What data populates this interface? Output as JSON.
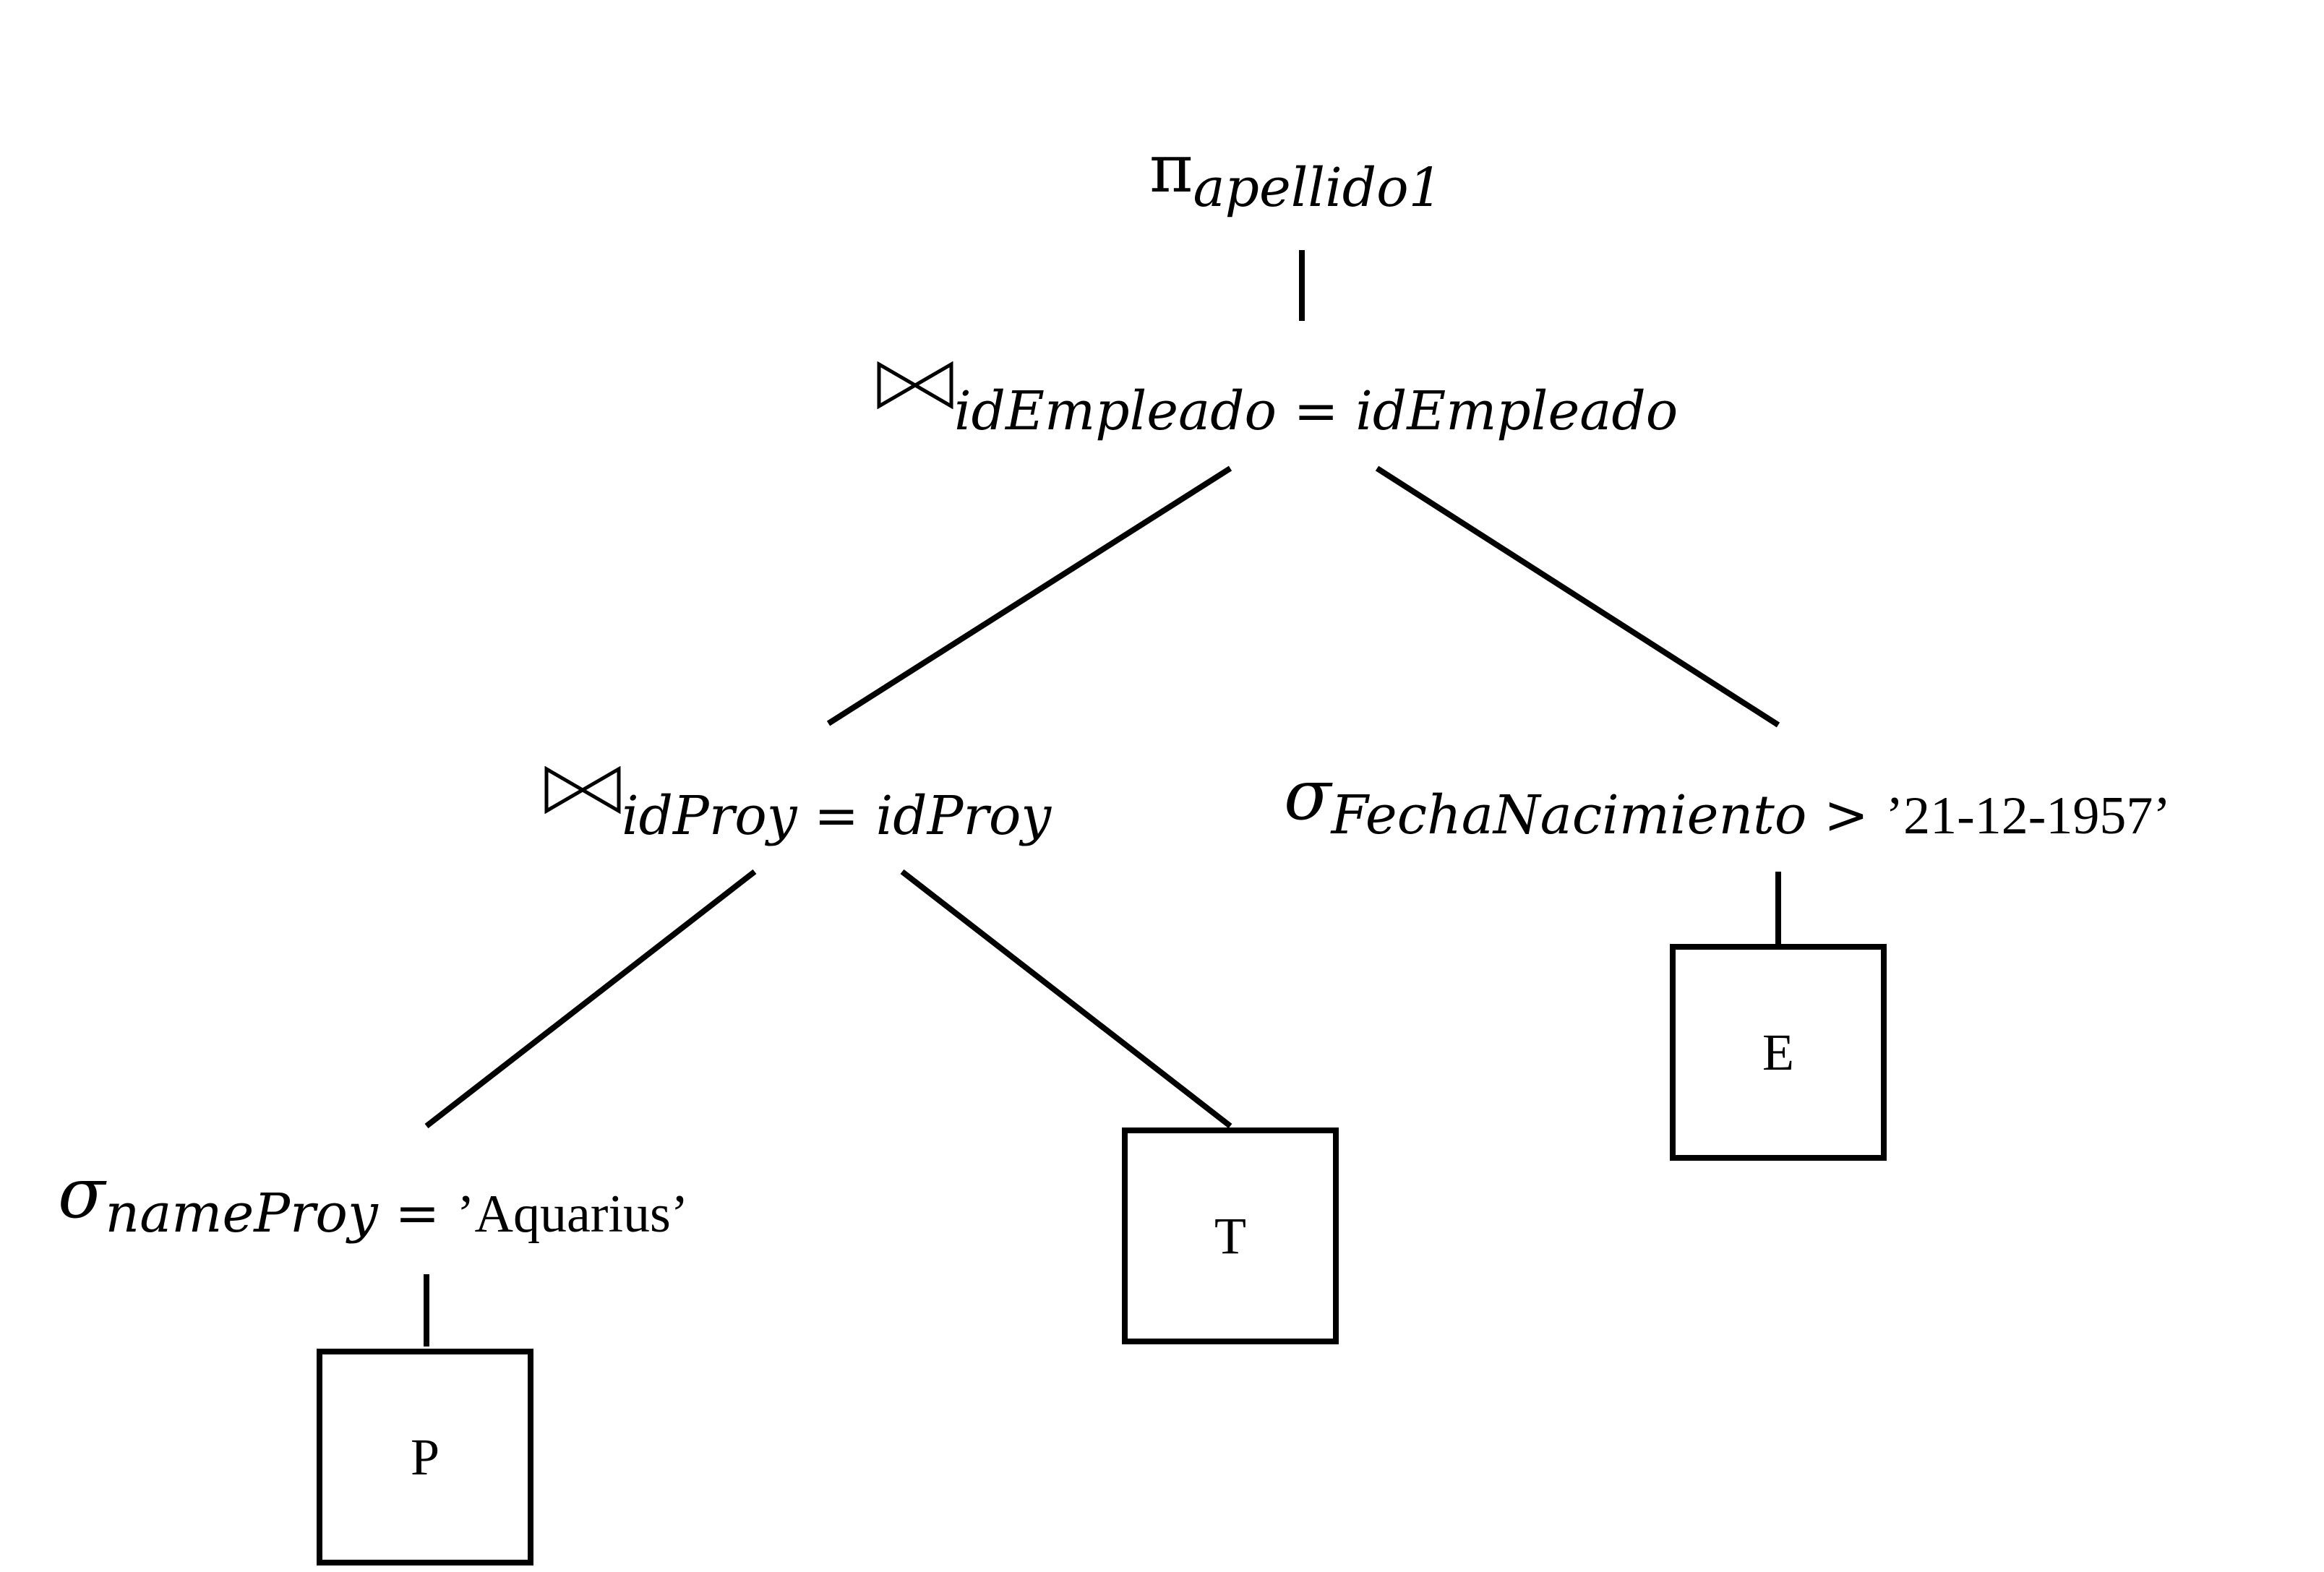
{
  "nodes": {
    "projection": {
      "operator": "π",
      "attribute": "apellido1"
    },
    "join_employee": {
      "operator": "⋈",
      "left": "idEmpleado",
      "op": "=",
      "right": "idEmpleado"
    },
    "join_project": {
      "operator": "⋈",
      "left": "idProy",
      "op": "=",
      "right": "idProy"
    },
    "select_birthdate": {
      "operator": "σ",
      "attribute": "FechaNacimiento",
      "op": ">",
      "value": "’21-12-1957’"
    },
    "select_project_name": {
      "operator": "σ",
      "attribute": "nameProy",
      "op": "=",
      "value": "’Aquarius’"
    }
  },
  "relations": {
    "project": "P",
    "works_on": "T",
    "employee": "E"
  }
}
